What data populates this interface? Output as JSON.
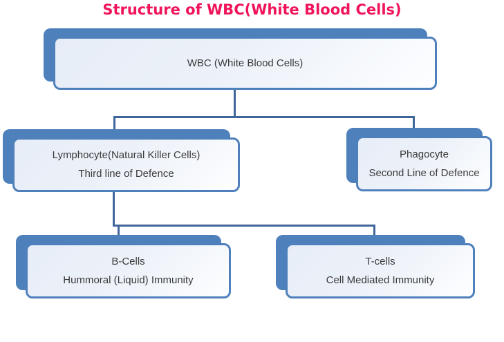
{
  "title": "Structure of WBC(White Blood Cells)",
  "colors": {
    "accent": "#4E80BC",
    "title_text": "#F0145A",
    "connector": "#40659A",
    "node_fill_start": "#E7EDF7",
    "node_fill_end": "#FDFEFF",
    "node_text": "#3A3A3A",
    "background": "#FFFFFF"
  },
  "nodes": {
    "wbc": {
      "label": "WBC (White Blood Cells)"
    },
    "lymphocyte": {
      "line1": "Lymphocyte(Natural Killer Cells)",
      "line2": "Third line of Defence"
    },
    "phagocyte": {
      "line1": "Phagocyte",
      "line2": "Second Line of Defence"
    },
    "bcells": {
      "line1": "B-Cells",
      "line2": "Hummoral (Liquid) Immunity"
    },
    "tcells": {
      "line1": "T-cells",
      "line2": "Cell Mediated Immunity"
    }
  }
}
